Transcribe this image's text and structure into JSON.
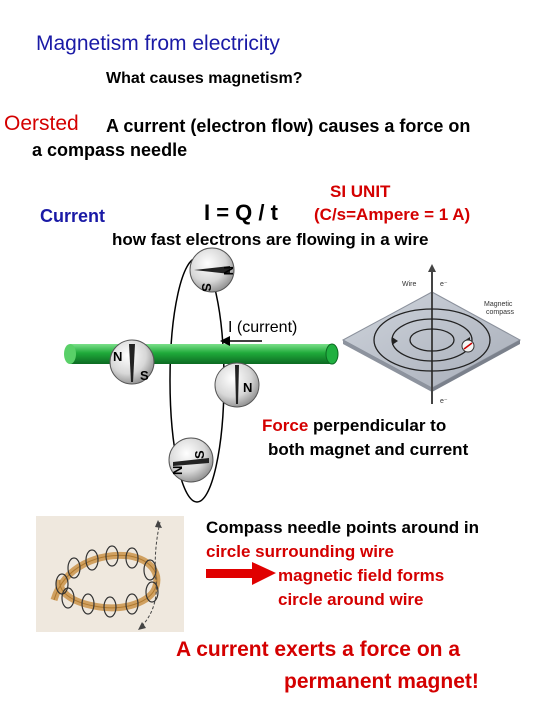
{
  "title": "Magnetism from electricity",
  "question": "What causes magnetism?",
  "oersted": {
    "name": "Oersted",
    "line1": "A current (electron flow) causes a force on",
    "line2": "a compass needle"
  },
  "current_def": {
    "label": "Current",
    "formula": "I = Q / t",
    "si_unit_label": "SI UNIT",
    "units": "(C/s=Ampere = 1 A)",
    "description": "how fast electrons are flowing in a wire"
  },
  "diagram": {
    "current_label": "I  (current)",
    "compass_labels": {
      "north": "N",
      "south": "S"
    },
    "inset_labels": {
      "wire": "Wire",
      "magnetic_compass": "Magnetic\ncompass",
      "electron_top": "e⁻",
      "electron_bottom": "e⁻"
    },
    "colors": {
      "wire": "#1faa3a",
      "needle": "#222222",
      "arrow": "#e00000"
    }
  },
  "force": {
    "highlight": "Force",
    "rest_line1": " perpendicular to",
    "line2": "both magnet and current"
  },
  "compass_points": {
    "line1": "Compass needle points around in",
    "line2": "circle surrounding wire",
    "line3": "magnetic field forms",
    "line4": "circle around wire"
  },
  "conclusion": {
    "line1": "A current exerts a force on a",
    "line2": "permanent magnet!"
  }
}
